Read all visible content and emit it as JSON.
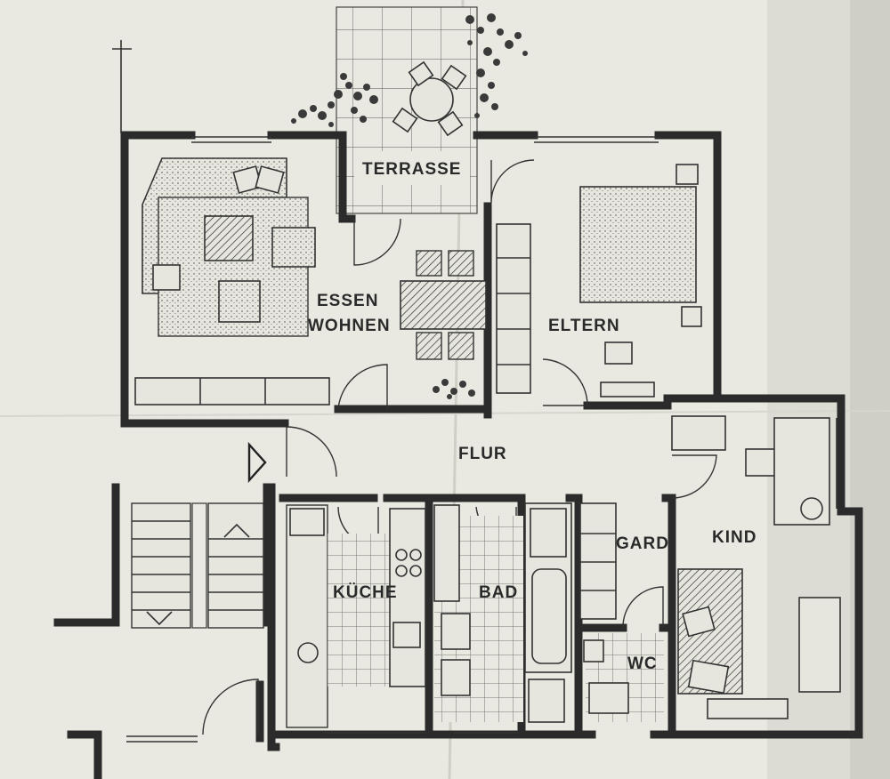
{
  "rooms": {
    "terrasse": "TERRASSE",
    "essen": "ESSEN",
    "wohnen": "WOHNEN",
    "eltern": "ELTERN",
    "flur": "FLUR",
    "kueche": "KÜCHE",
    "bad": "BAD",
    "gard": "GARD",
    "kind": "KIND",
    "wc": "WC"
  },
  "colors": {
    "paper": "#e9e9e2",
    "paper_shadow": "#d4d4cc",
    "ink": "#2b2b2b"
  },
  "icons": [
    "entrance-arrow-icon",
    "stair-up-arrow-icon",
    "stair-down-arrow-icon",
    "plant-icon"
  ]
}
